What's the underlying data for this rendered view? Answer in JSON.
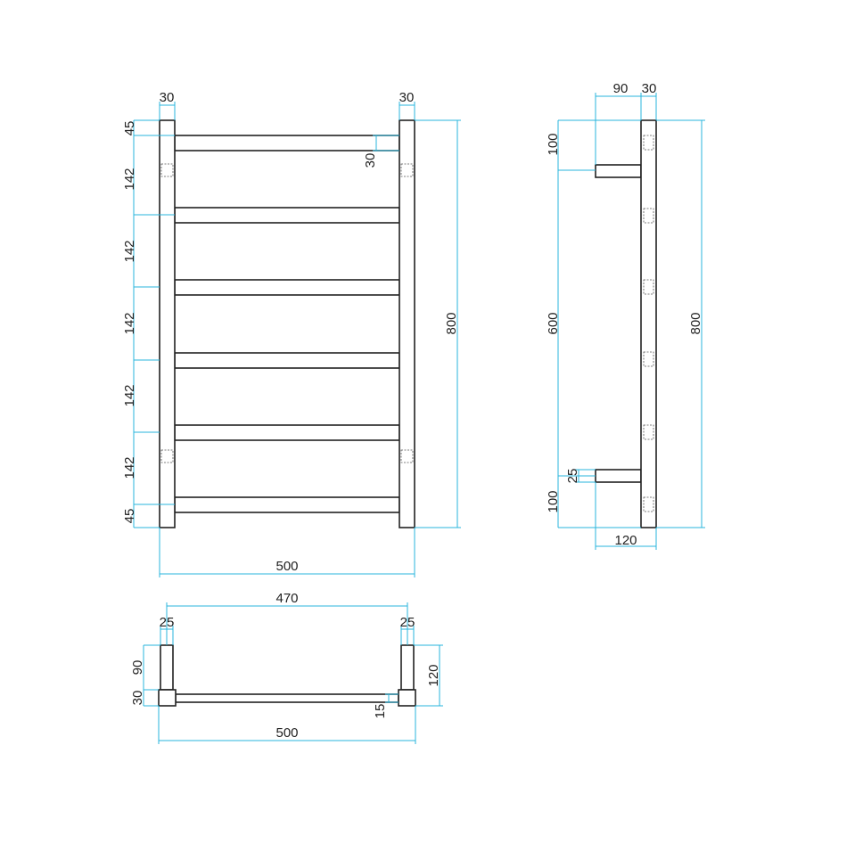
{
  "colors": {
    "dimension": "#29b6dc",
    "outline": "#222222"
  },
  "front": {
    "post_w_left": "30",
    "post_w_right": "30",
    "top_gap": "45",
    "spacings": [
      "142",
      "142",
      "142",
      "142",
      "142"
    ],
    "bottom_gap": "45",
    "rail_h": "30",
    "height": "800",
    "width": "500"
  },
  "side": {
    "projection": "90",
    "post_w": "30",
    "top": "100",
    "middle": "600",
    "bottom": "100",
    "bracket_h": "25",
    "height": "800",
    "depth": "120"
  },
  "top": {
    "centers": "470",
    "post_left": "25",
    "post_right": "25",
    "bracket": "90",
    "block": "30",
    "depth": "120",
    "bar": "15",
    "width": "500"
  }
}
